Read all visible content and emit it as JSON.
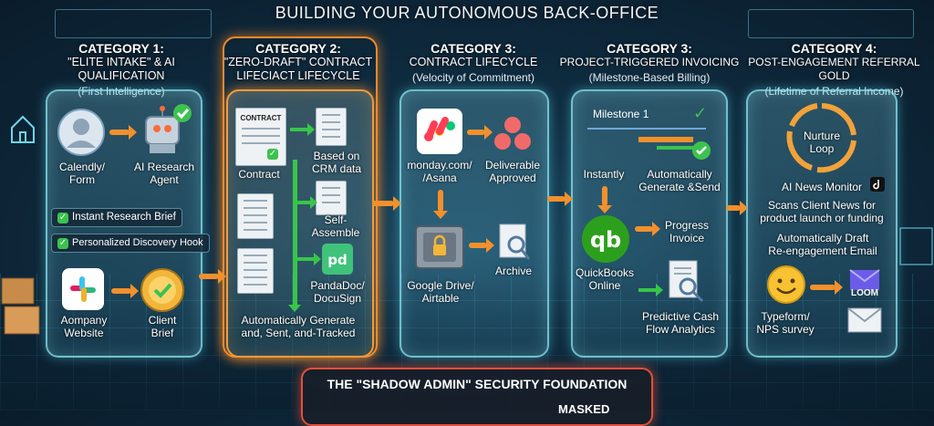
{
  "title": "BUILDING YOUR AUTONOMOUS BACK-OFFICE",
  "categories": [
    {
      "title": "CATEGORY 1:",
      "subtitle": "\"ELITE INTAKE\" & AI QUALIFICATION",
      "paren": "(First Intelligence)",
      "labels": {
        "calendly": "Calendly/\nForm",
        "agent": "AI Research\nAgent",
        "brief_pill": "Instant Research Brief",
        "hook_pill": "Personalized Discovery Hook",
        "company": "Aompany\nWebsite",
        "client": "Client\nBrief"
      }
    },
    {
      "title": "CATEGORY 2:",
      "subtitle": "\"ZERO-DRAFT\" CONTRACT\nLIFECIACT LIFECYCLE",
      "paren": "",
      "labels": {
        "contract_doc": "CONTRACT",
        "contract": "Contract",
        "crm": "Based on\nCRM data",
        "self": "Self-\nAssemble",
        "pandadoc": "PandaDoc/\nDocuSign",
        "auto": "Automatically Generate\nand, Sent, and-Tracked"
      }
    },
    {
      "title": "CATEGORY 3:",
      "subtitle": "CONTRACT LIFECYCLE",
      "paren": "(Velocity of Commitment)",
      "labels": {
        "monday": "monday.com/\n/Asana",
        "deliverable": "Deliverable\nApproved",
        "gdrive": "Google Drive/\nAirtable",
        "archive": "Archive"
      }
    },
    {
      "title": "CATEGORY 3:",
      "subtitle": "PROJECT-TRIGGERED INVOICING",
      "paren": "(Milestone-Based Billing)",
      "labels": {
        "milestone": "Milestone 1",
        "instantly": "Instantly",
        "autogen": "Automatically\nGenerate &Send",
        "progress": "Progress\nInvoice",
        "qb": "QuickBooks\nOnline",
        "cash": "Predictive Cash\nFlow Analytics"
      }
    },
    {
      "title": "CATEGORY 4:",
      "subtitle": "POST-ENGAGEMENT REFERRAL GOLD",
      "paren": "(Lifetime of Referral Income)",
      "labels": {
        "nurture": "Nurture\nLoop",
        "news": "AI News Monitor",
        "scans": "Scans Client News for\nproduct launch or funding",
        "draft": "Automatically Draft\nRe-engagement Email",
        "typeform": "Typeform/\nNPS survey",
        "loom": "LOOM"
      }
    }
  ],
  "foundation": {
    "title": "THE \"SHADOW ADMIN\" SECURITY FOUNDATION",
    "masked": "MASKED"
  },
  "colors": {
    "accent_orange": "#f2902c",
    "panel_glow": "#8ce6f0",
    "check_green": "#3cc24f",
    "foundation_red": "#e0503a"
  }
}
